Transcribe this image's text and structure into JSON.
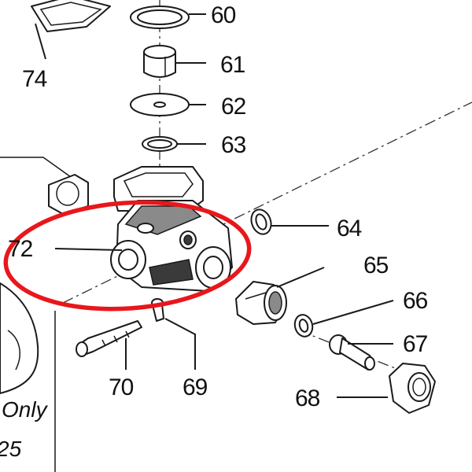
{
  "diagram": {
    "callouts": {
      "c60": "60",
      "c61": "61",
      "c62": "62",
      "c63": "63",
      "c64": "64",
      "c65": "65",
      "c66": "66",
      "c67": "67",
      "c68": "68",
      "c69": "69",
      "c70": "70",
      "c72": "72",
      "c74": "74"
    },
    "side_note": {
      "line1": "Only",
      "line2": "25"
    },
    "highlight_color": "#e8171b"
  }
}
